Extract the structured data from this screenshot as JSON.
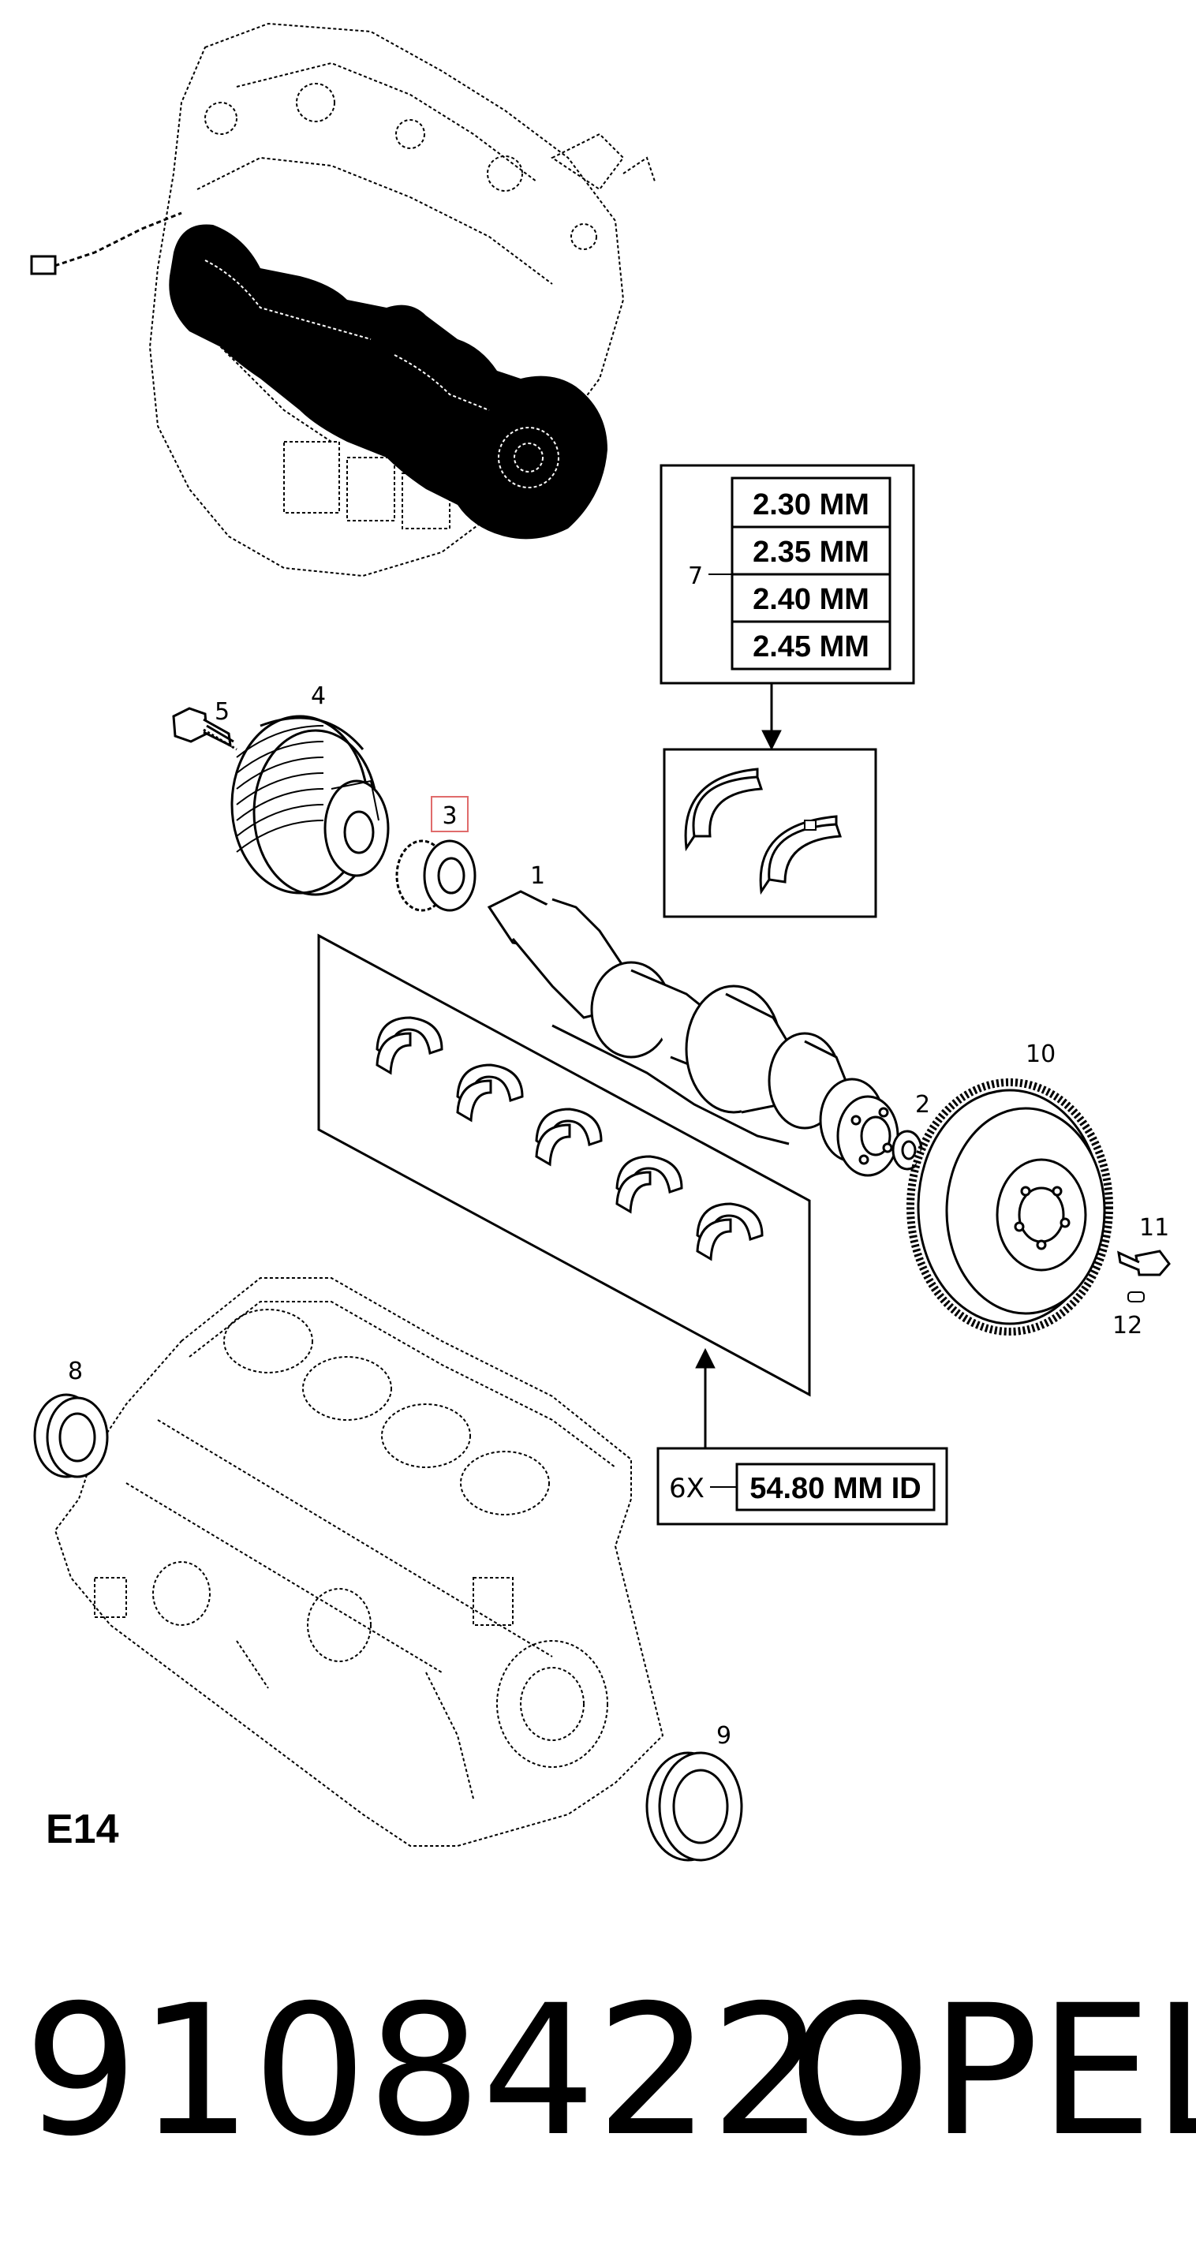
{
  "callouts": {
    "c1": "1",
    "c2": "2",
    "c3": "3",
    "c4": "4",
    "c5": "5",
    "c7": "7",
    "c8": "8",
    "c9": "9",
    "c10": "10",
    "c11": "11",
    "c12": "12"
  },
  "thrust_washer_sizes": [
    "2.30 MM",
    "2.35 MM",
    "2.40 MM",
    "2.45 MM"
  ],
  "bearing_note": {
    "quantity": "6X",
    "size": "54.80 MM ID"
  },
  "engine_code": "E14",
  "footer": {
    "part_number": "9108422",
    "brand": "OPEL"
  },
  "colors": {
    "highlight": "#e06b6b",
    "ink": "#000000",
    "background": "#ffffff"
  }
}
